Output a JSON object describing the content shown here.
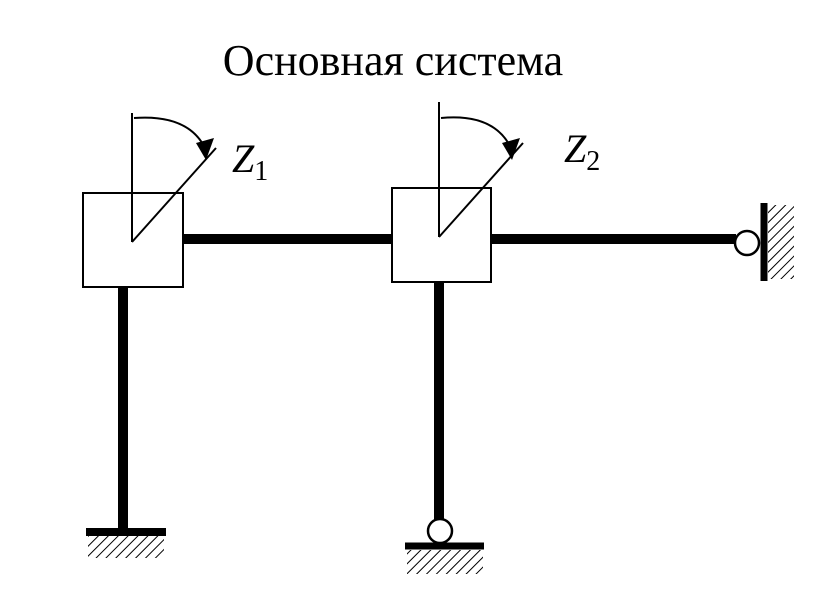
{
  "diagram": {
    "title": "Основная система",
    "labels": {
      "z1": {
        "letter": "Z",
        "subscript": "1"
      },
      "z2": {
        "letter": "Z",
        "subscript": "2"
      }
    }
  }
}
